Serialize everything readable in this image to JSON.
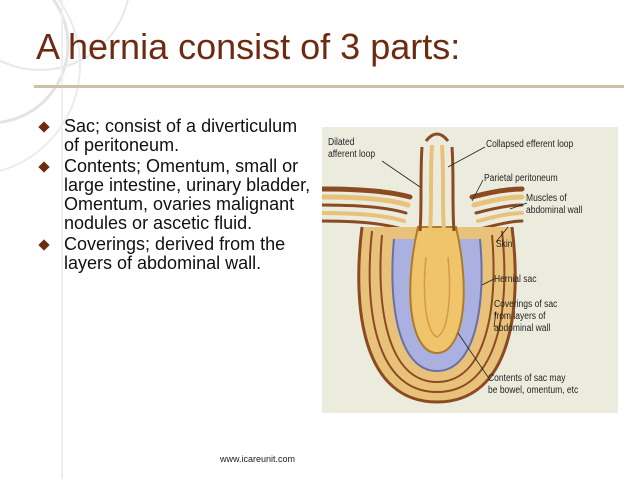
{
  "slide": {
    "title": "A hernia consist of 3 parts:",
    "bullets": [
      {
        "text": "Sac; consist of a diverticulum of peritoneum."
      },
      {
        "text": "Contents; Omentum, small or large intestine, urinary bladder, Omentum, ovaries malignant nodules or ascetic fluid."
      },
      {
        "text": "Coverings; derived from the layers of abdominal wall."
      }
    ],
    "footer": "www.icareunit.com"
  },
  "figure": {
    "labels": {
      "dilated_loop_1": "Dilated",
      "dilated_loop_2": "afferent  loop",
      "collapsed": "Collapsed  efferent  loop",
      "parietal": "Parietal peritoneum",
      "muscles_1": "Muscles of",
      "muscles_2": "abdominal wall",
      "skin": "Skin",
      "hernial_sac": "Hernial sac",
      "coverings_1": "Coverings of sac",
      "coverings_2": "from layers of",
      "coverings_3": "abdominal wall",
      "contents_1": "Contents of sac may",
      "contents_2": "be bowel, omentum, etc"
    }
  },
  "colors": {
    "title": "#6f2a12",
    "bullet": "#6f2a12",
    "figure_bg": "#ececde",
    "layer_brown": "#8b4a22",
    "layer_tan": "#e8c27a",
    "sac_blue": "#aab0e0",
    "contents_yellow": "#f0c46a"
  }
}
